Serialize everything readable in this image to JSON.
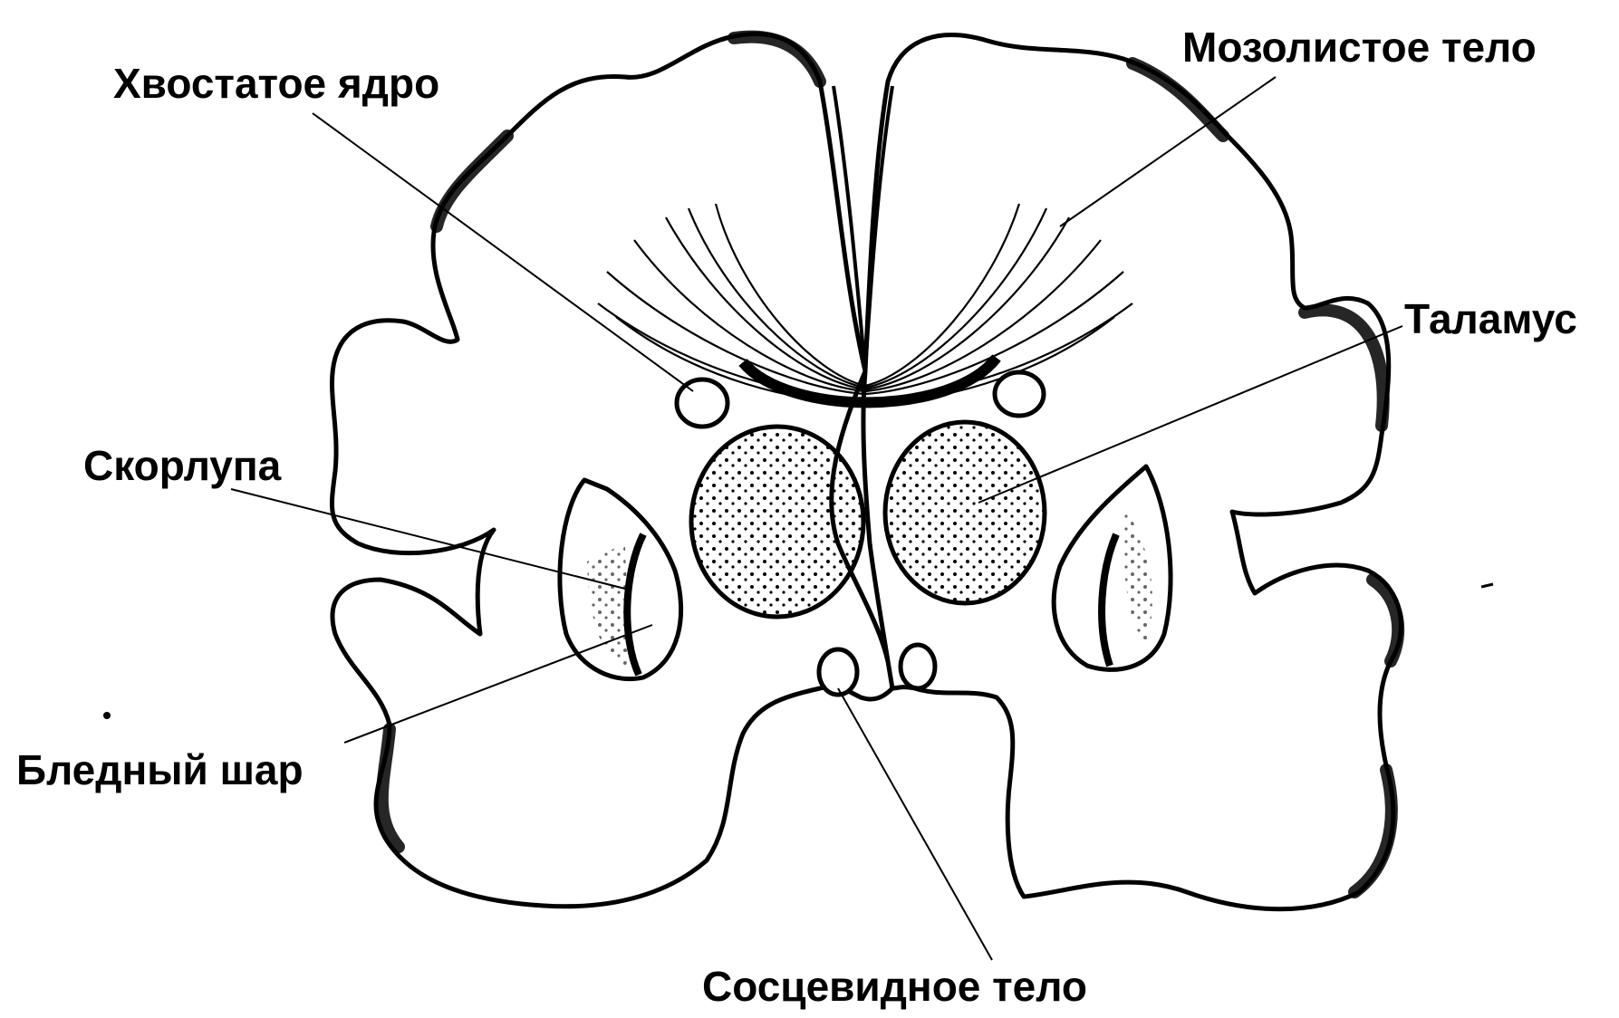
{
  "labels": {
    "caudate": "Хвостатое ядро",
    "corpus_callosum": "Мозолистое тело",
    "thalamus": "Таламус",
    "putamen": "Скорлупа",
    "globus_pallidus": "Бледный шар",
    "mammillary": "Сосцевидное тело"
  },
  "colors": {
    "ink": "#000000",
    "paper": "#ffffff"
  }
}
